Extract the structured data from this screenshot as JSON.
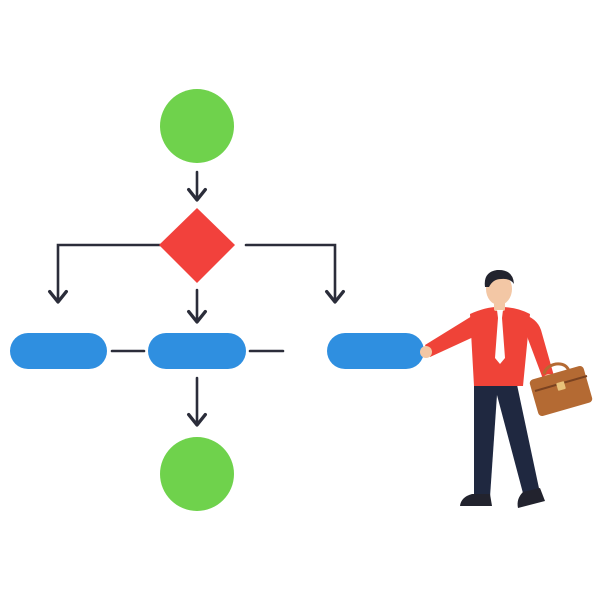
{
  "colors": {
    "background": "#ffffff",
    "terminal": "#6fd24c",
    "decision": "#f2413c",
    "process": "#2f8fe0",
    "connector": "#2b2d3a",
    "shirt": "#ef4338",
    "trousers": "#1f2840",
    "skin": "#f3c7a5",
    "hair": "#22232e",
    "tie": "#ffffff",
    "briefcase": "#b46a33",
    "shoes": "#22232e"
  },
  "diagram": {
    "nodes": [
      {
        "id": "start",
        "shape": "circle",
        "icon": "start-terminal"
      },
      {
        "id": "decision",
        "shape": "diamond",
        "icon": "decision-node"
      },
      {
        "id": "process-left",
        "shape": "pill",
        "icon": "process-node"
      },
      {
        "id": "process-center",
        "shape": "pill",
        "icon": "process-node"
      },
      {
        "id": "process-right",
        "shape": "pill",
        "icon": "process-node"
      },
      {
        "id": "end",
        "shape": "circle",
        "icon": "end-terminal"
      }
    ],
    "edges": [
      {
        "from": "start",
        "to": "decision",
        "arrow": true
      },
      {
        "from": "decision",
        "to": "process-left",
        "arrow": true
      },
      {
        "from": "decision",
        "to": "process-center",
        "arrow": true
      },
      {
        "from": "decision",
        "to": "process-right",
        "arrow": true
      },
      {
        "from": "process-left",
        "to": "process-center",
        "arrow": false
      },
      {
        "from": "process-center",
        "to": "process-right",
        "arrow": false
      },
      {
        "from": "process-center",
        "to": "end",
        "arrow": true
      }
    ]
  },
  "figure": {
    "icon": "businessman-pointing",
    "holding": "briefcase-icon"
  }
}
